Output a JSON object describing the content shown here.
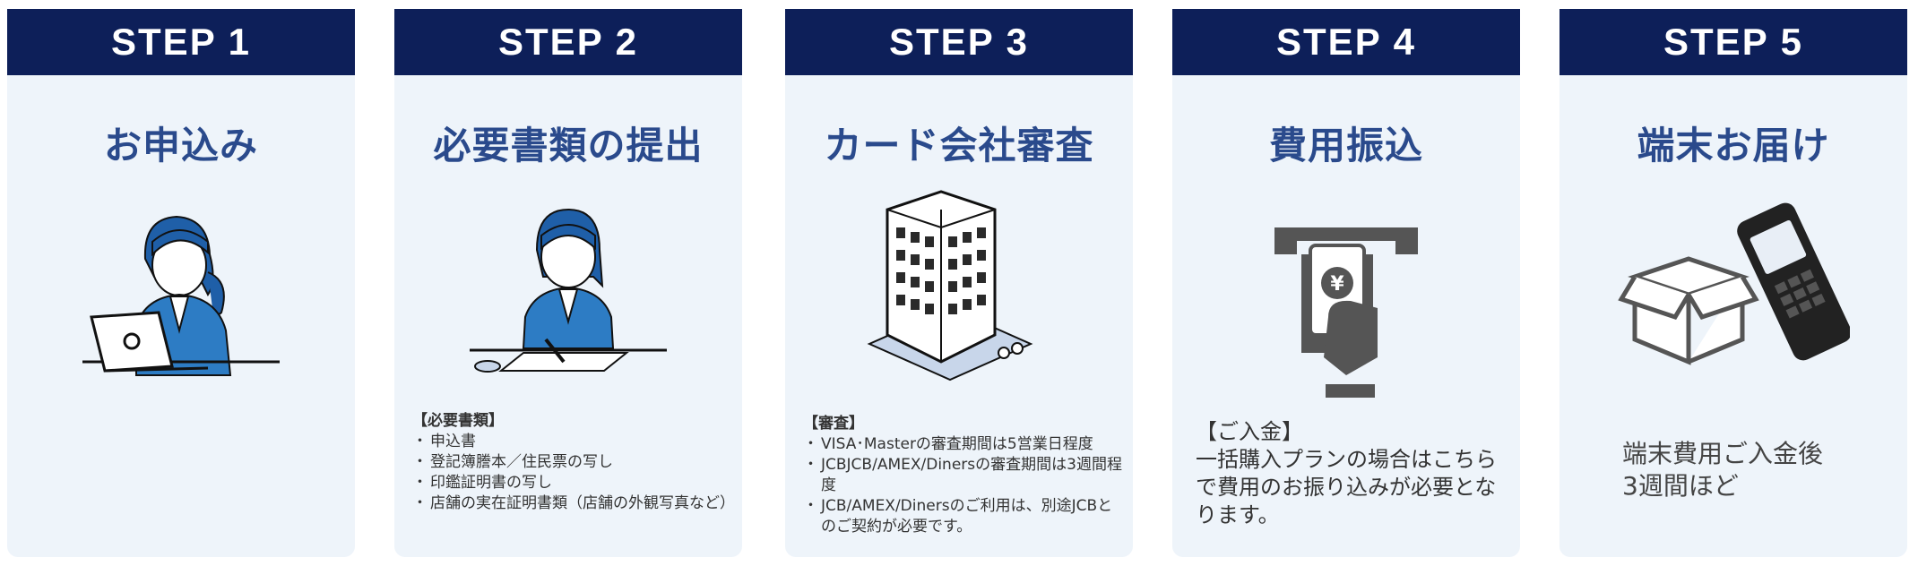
{
  "steps": [
    {
      "label": "STEP 1",
      "title": "お申込み",
      "illustration": "woman-laptop-icon"
    },
    {
      "label": "STEP 2",
      "title": "必要書類の提出",
      "illustration": "woman-signing-icon",
      "docs": {
        "heading": "【必要書類】",
        "items": [
          "申込書",
          "登記簿謄本／住民票の写し",
          "印鑑証明書の写し",
          "店舗の実在証明書類（店舗の外観写真など）"
        ]
      }
    },
    {
      "label": "STEP 3",
      "title": "カード会社審査",
      "illustration": "office-building-icon",
      "review": {
        "heading": "【審査】",
        "items": [
          "VISA･Masterの審査期間は5営業日程度",
          "JCBJCB/AMEX/Dinersの審査期間は3週間程度",
          "JCB/AMEX/Dinersのご利用は、別途JCBとのご契約が必要です。"
        ]
      }
    },
    {
      "label": "STEP 4",
      "title": "費用振込",
      "illustration": "atm-yen-icon",
      "payment": {
        "heading": "【ご入金】",
        "text": "一括購入プランの場合はこちらで費用のお振り込みが必要となります。"
      }
    },
    {
      "label": "STEP 5",
      "title": "端末お届け",
      "illustration": "box-terminal-icon",
      "delivery": {
        "text": "端末費用ご入金後\n3週間ほど"
      }
    }
  ],
  "colors": {
    "header": "#0d1f59",
    "title": "#2a4a8c",
    "card": "#eef4fa",
    "accent": "#2d7cc4"
  }
}
